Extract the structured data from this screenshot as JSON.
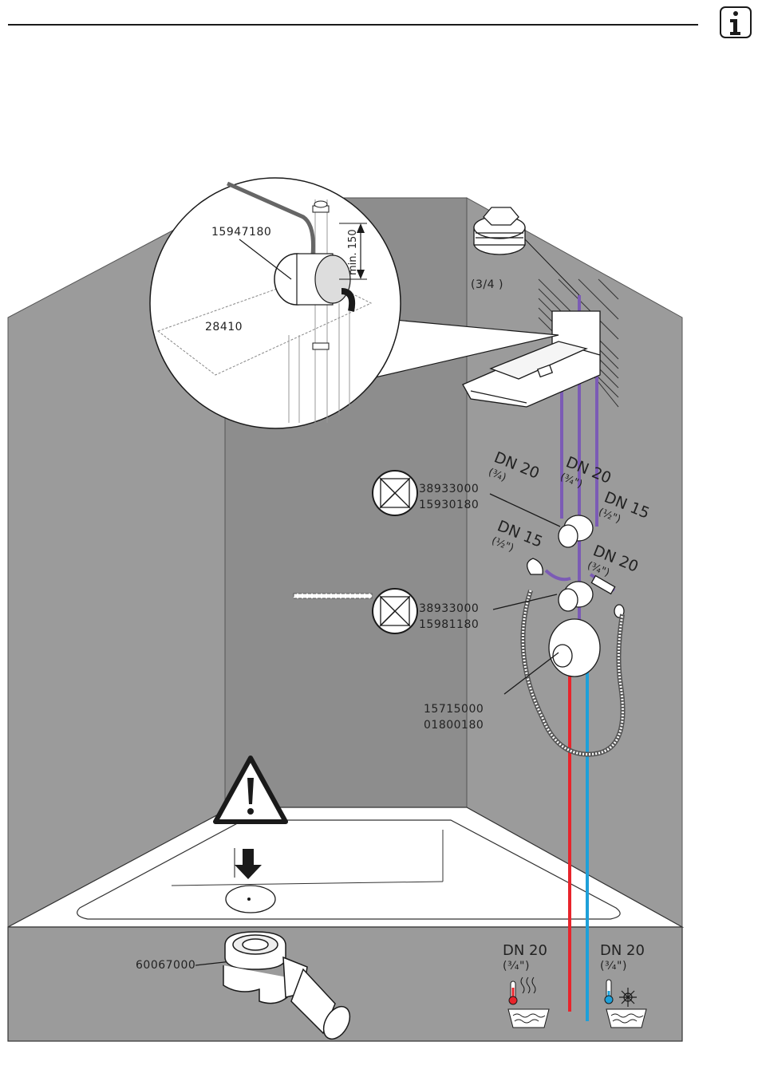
{
  "header": {
    "info_icon": "info-icon"
  },
  "detail": {
    "part_mixer_body": "15947180",
    "part_box": "28410",
    "dimension": "min. 150"
  },
  "plug": {
    "size": "(3/4 )"
  },
  "pipes": {
    "overhead_left": {
      "dn": "DN 20",
      "size": "(³⁄₄)"
    },
    "overhead_mid": {
      "dn": "DN 20",
      "size": "(³⁄₄\")"
    },
    "overhead_right": {
      "dn": "DN 15",
      "size": "(½\")"
    },
    "hand_left": {
      "dn": "DN 15",
      "size": "(½\")"
    },
    "hand_right": {
      "dn": "DN 20",
      "size": "(³⁄₄\")"
    },
    "hot": {
      "dn": "DN 20",
      "size": "(³⁄₄\")"
    },
    "cold": {
      "dn": "DN 20",
      "size": "(³⁄₄\")"
    }
  },
  "valves": [
    {
      "code1": "38933000",
      "code2": "15930180"
    },
    {
      "code1": "38933000",
      "code2": "15981180"
    }
  ],
  "thermostat": {
    "code1": "15715000",
    "code2": "01800180"
  },
  "drain": {
    "code": "60067000"
  },
  "colors": {
    "wall": "#999999",
    "wall_shadow": "#8a8a8a",
    "purple_pipe": "#7b5bb5",
    "hot_pipe": "#e8242b",
    "cold_pipe": "#1ea0d9",
    "outline": "#1a1a1a"
  }
}
